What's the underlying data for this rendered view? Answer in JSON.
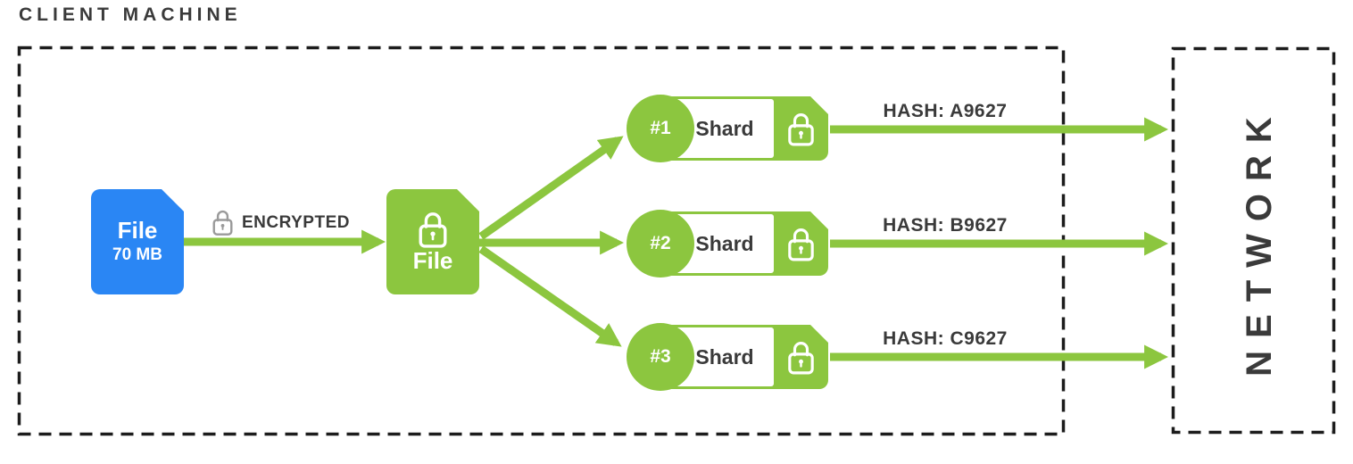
{
  "colors": {
    "green": "#8CC63F",
    "blue": "#2A86F4",
    "dark_text": "#3A3A3A",
    "dash": "#1C1C1C",
    "gray_lock": "#9A9A9A"
  },
  "client_box": {
    "title": "CLIENT MACHINE"
  },
  "source_file": {
    "name": "File",
    "size": "70 MB"
  },
  "encryption_step": {
    "label": "ENCRYPTED",
    "icon": "padlock-icon"
  },
  "encrypted_file": {
    "name": "File",
    "icon": "padlock-icon"
  },
  "shards": [
    {
      "number": "#1",
      "label": "Shard",
      "icon": "padlock-icon",
      "hash_label": "HASH: A9627"
    },
    {
      "number": "#2",
      "label": "Shard",
      "icon": "padlock-icon",
      "hash_label": "HASH: B9627"
    },
    {
      "number": "#3",
      "label": "Shard",
      "icon": "padlock-icon",
      "hash_label": "HASH: C9627"
    }
  ],
  "network_box": {
    "title": "NETWORK"
  }
}
